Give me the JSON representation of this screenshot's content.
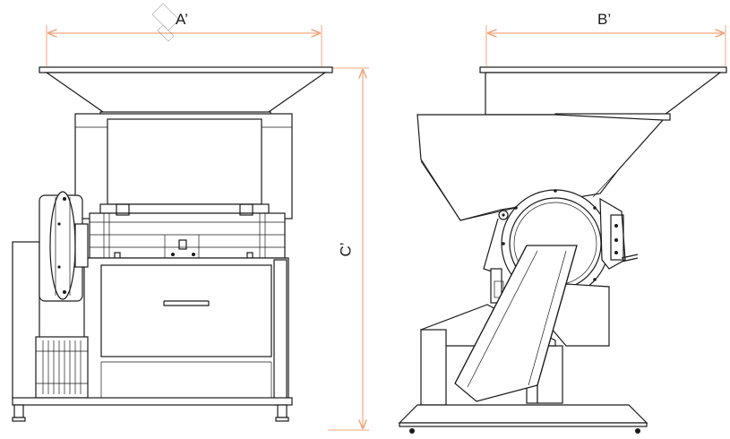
{
  "figure": {
    "dimension_labels": {
      "width_front": "A’",
      "width_side": "B’",
      "height": "C’"
    }
  },
  "colors": {
    "line": "#1a1a1a",
    "dimension": "#f0a67e",
    "background": "#ffffff"
  }
}
